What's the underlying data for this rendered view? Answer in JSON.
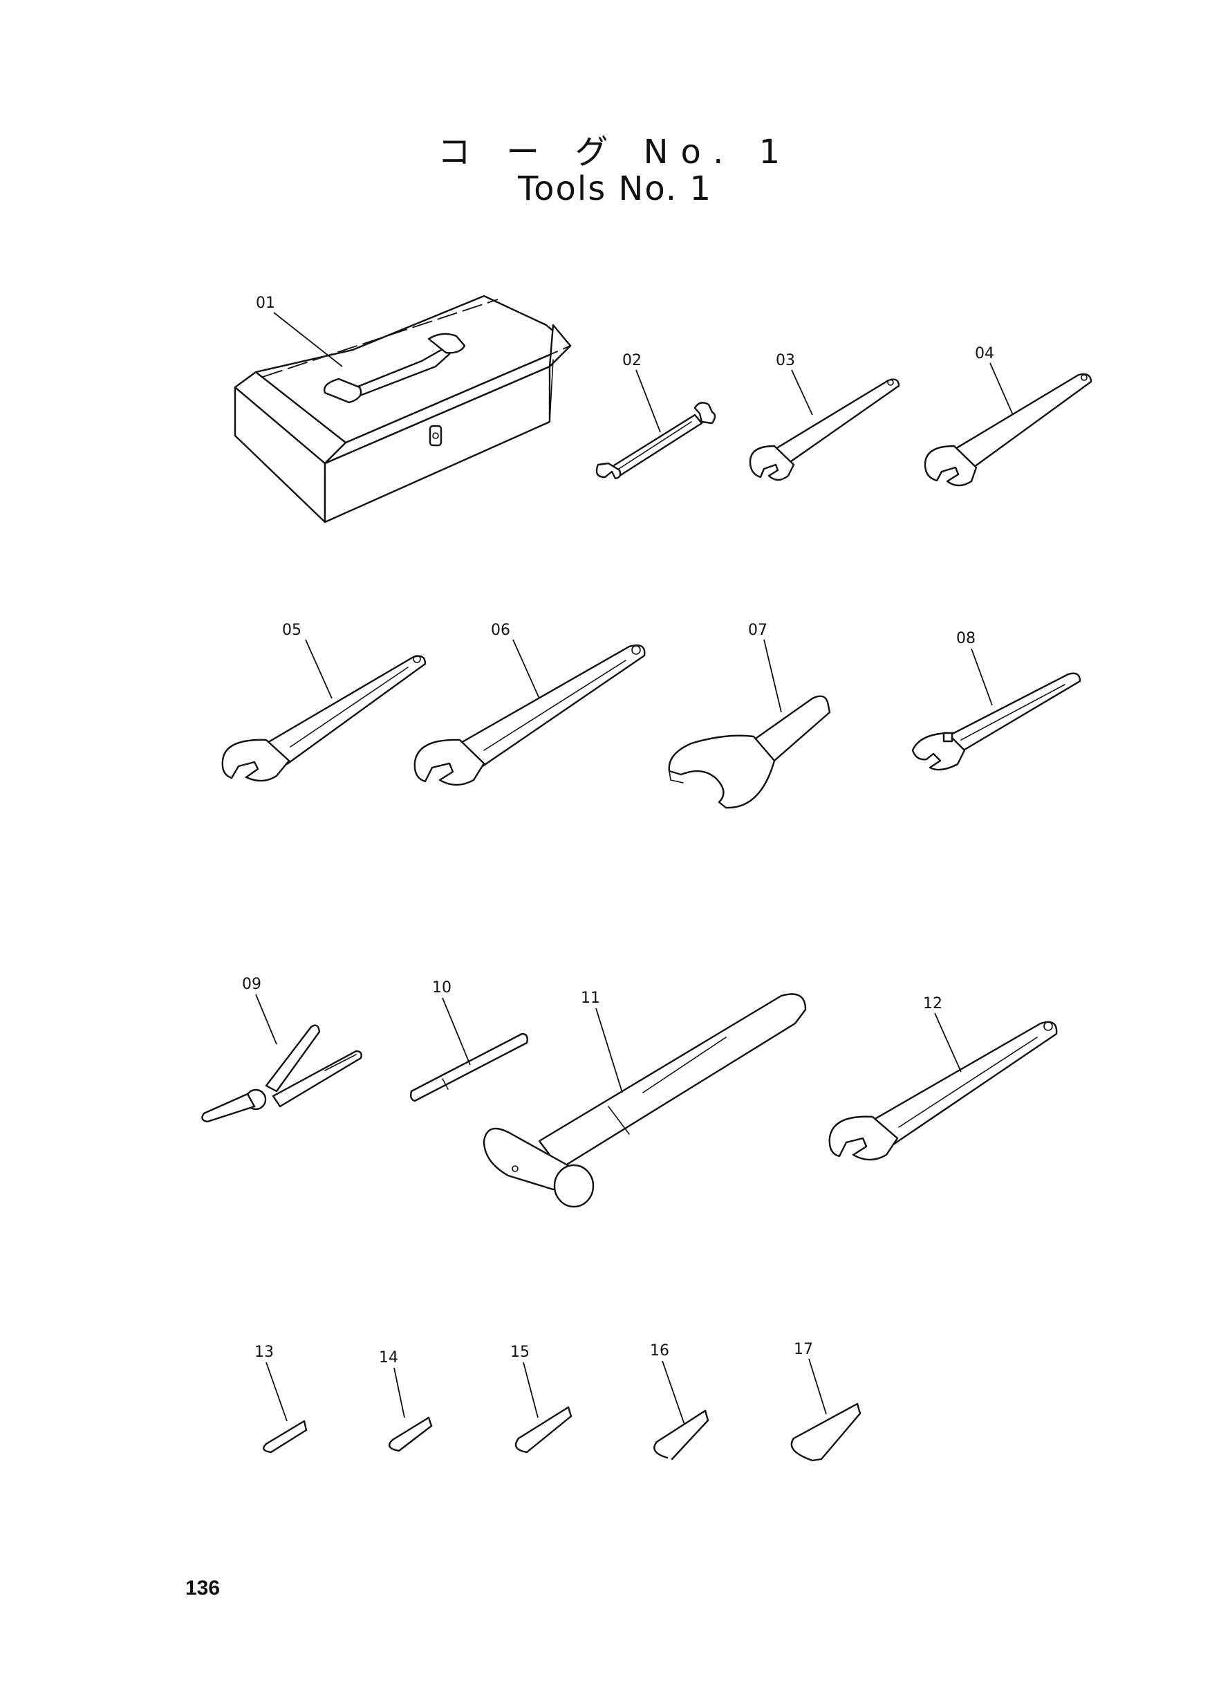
{
  "header": {
    "title_jp": "コ ー グ No. 1",
    "title_en": "Tools  No. 1"
  },
  "parts": [
    {
      "label": "01",
      "icon": "tool-box-icon"
    },
    {
      "label": "02",
      "icon": "double-open-end-wrench-icon"
    },
    {
      "label": "03",
      "icon": "single-open-end-wrench-icon"
    },
    {
      "label": "04",
      "icon": "single-open-end-wrench-icon"
    },
    {
      "label": "05",
      "icon": "single-open-end-wrench-icon"
    },
    {
      "label": "06",
      "icon": "single-open-end-wrench-icon"
    },
    {
      "label": "07",
      "icon": "heavy-open-end-wrench-icon"
    },
    {
      "label": "08",
      "icon": "adjustable-wrench-icon"
    },
    {
      "label": "09",
      "icon": "pliers-icon"
    },
    {
      "label": "10",
      "icon": "screwdriver-icon"
    },
    {
      "label": "11",
      "icon": "ball-peen-hammer-icon"
    },
    {
      "label": "12",
      "icon": "single-open-end-wrench-icon"
    },
    {
      "label": "13",
      "icon": "hex-key-icon"
    },
    {
      "label": "14",
      "icon": "hex-key-icon"
    },
    {
      "label": "15",
      "icon": "hex-key-icon"
    },
    {
      "label": "16",
      "icon": "hex-key-icon"
    },
    {
      "label": "17",
      "icon": "hex-key-icon"
    }
  ],
  "footer": {
    "page_number": "136"
  }
}
